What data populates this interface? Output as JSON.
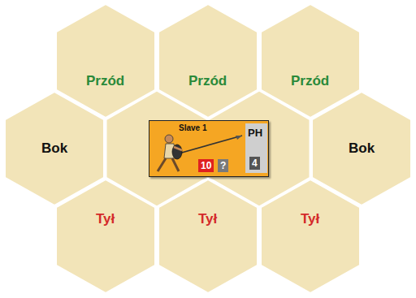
{
  "diagram": {
    "nodes": [
      {
        "text": [
          "Przód"
        ]
      },
      {
        "text": [
          "Przód"
        ]
      },
      {
        "text": [
          "Przód"
        ]
      },
      {
        "text": [
          "Bok"
        ]
      },
      {
        "text": [
          "Slave 1",
          "PH",
          "10",
          "?",
          "4"
        ]
      },
      {
        "text": [
          "Bok"
        ]
      },
      {
        "text": [
          "Tył"
        ]
      },
      {
        "text": [
          "Tył"
        ]
      },
      {
        "text": [
          "Tył"
        ]
      }
    ]
  }
}
